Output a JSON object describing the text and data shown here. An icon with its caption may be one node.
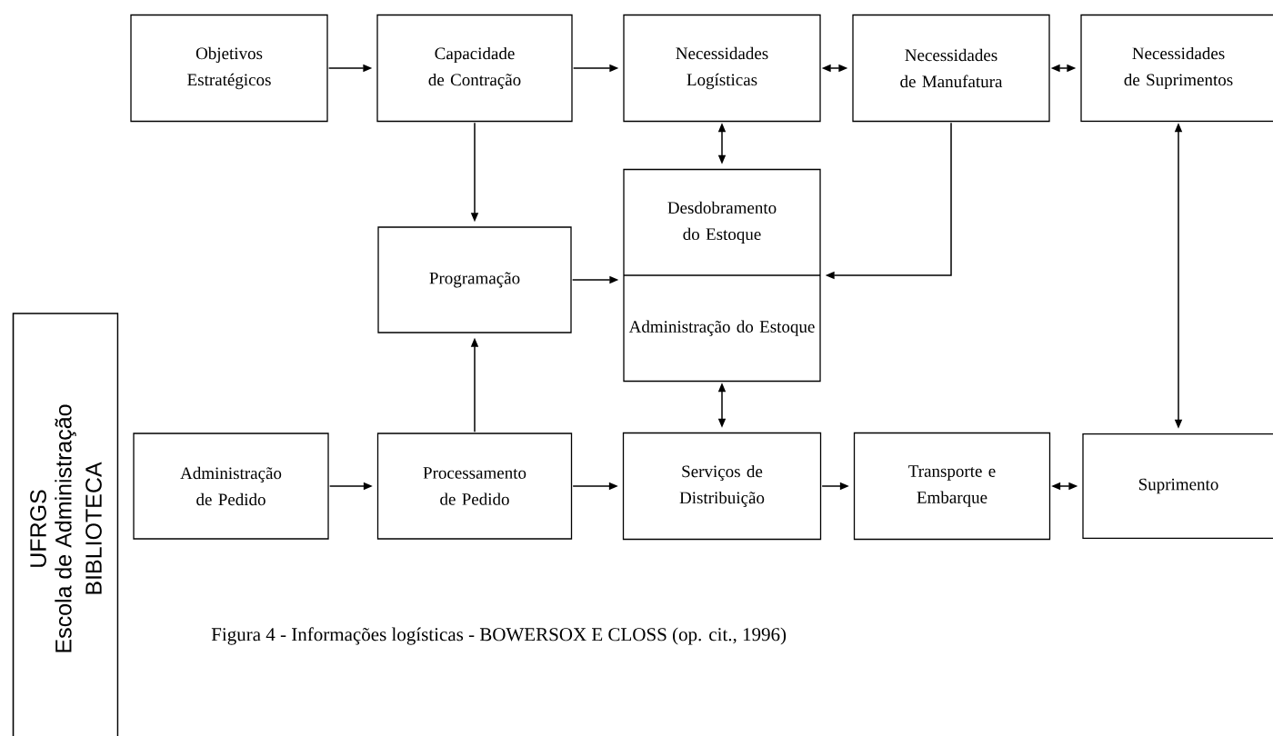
{
  "diagram": {
    "caption": "Figura 4 - Informações logísticas - BOWERSOX  E CLOSS (op. cit.,  1996)",
    "nodes": [
      {
        "text": [
          "Objetivos Estratégicos"
        ]
      },
      {
        "text": [
          "Capacidade de Contração"
        ]
      },
      {
        "text": [
          "Necessidades Logísticas"
        ]
      },
      {
        "text": [
          "Necessidades de Manufatura"
        ]
      },
      {
        "text": [
          "Necessidades de Suprimentos"
        ]
      },
      {
        "text": [
          "Programação"
        ]
      },
      {
        "text": [
          "Desdobramento do Estoque",
          "Administração do Estoque"
        ]
      },
      {
        "text": [
          "Administração de Pedido"
        ]
      },
      {
        "text": [
          "Processamento de Pedido"
        ]
      },
      {
        "text": [
          "Serviços de Distribuição"
        ]
      },
      {
        "text": [
          "Transporte e Embarque"
        ]
      },
      {
        "text": [
          "Suprimento"
        ]
      },
      {
        "text": [
          "UFRGS",
          "Escola de Administração",
          "BIBLIOTECA"
        ]
      }
    ],
    "edges": [
      {
        "from": 0,
        "to": 1,
        "arrow": "to"
      },
      {
        "from": 1,
        "to": 2,
        "arrow": "to"
      },
      {
        "from": 2,
        "to": 3,
        "arrow": "both"
      },
      {
        "from": 3,
        "to": 4,
        "arrow": "both"
      },
      {
        "from": 1,
        "to": 5,
        "arrow": "to"
      },
      {
        "from": 2,
        "to": 6,
        "arrow": "both"
      },
      {
        "from": 5,
        "to": 6,
        "arrow": "to"
      },
      {
        "from": 3,
        "to": 6,
        "arrow": "to"
      },
      {
        "from": 4,
        "to": 11,
        "arrow": "both"
      },
      {
        "from": 6,
        "to": 9,
        "arrow": "both"
      },
      {
        "from": 8,
        "to": 5,
        "arrow": "to"
      },
      {
        "from": 7,
        "to": 8,
        "arrow": "to"
      },
      {
        "from": 8,
        "to": 9,
        "arrow": "to"
      },
      {
        "from": 9,
        "to": 10,
        "arrow": "to"
      },
      {
        "from": 10,
        "to": 11,
        "arrow": "both"
      }
    ]
  }
}
